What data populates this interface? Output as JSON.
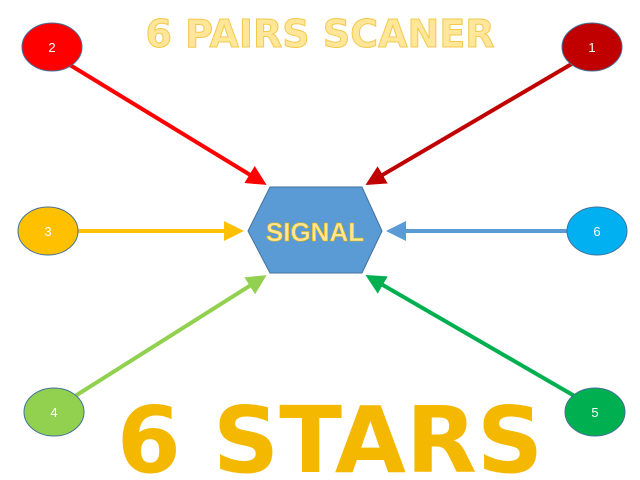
{
  "title": "6 PAIRS SCANER",
  "center_label": "SIGNAL",
  "footer": "6 STARS",
  "nodes": [
    {
      "label": "1",
      "color": "#C00000",
      "arrow_color": "#C00000"
    },
    {
      "label": "2",
      "color": "#FF0000",
      "arrow_color": "#FF0000"
    },
    {
      "label": "3",
      "color": "#FFC000",
      "arrow_color": "#FFC000"
    },
    {
      "label": "4",
      "color": "#92D050",
      "arrow_color": "#92D050"
    },
    {
      "label": "5",
      "color": "#00B050",
      "arrow_color": "#00B050"
    },
    {
      "label": "6",
      "color": "#00B0F0",
      "arrow_color": "#5B9BD5"
    }
  ],
  "colors": {
    "hexagon": "#5B9BD5",
    "signal_text": "#FFE699",
    "footer": "#F5B800",
    "title": "#FFE699"
  }
}
